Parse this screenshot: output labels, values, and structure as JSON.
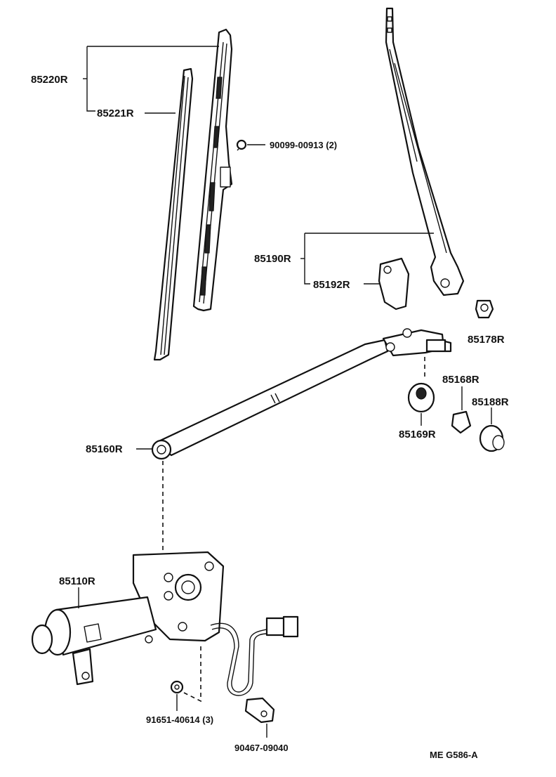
{
  "labels": {
    "blade_assy": "85220R",
    "blade_rubber": "85221R",
    "screw": "90099-00913 (2)",
    "arm_assy": "85190R",
    "arm_cover": "85192R",
    "nut_cap": "85178R",
    "grommet_a": "85168R",
    "bushing": "85188R",
    "grommet_b": "85169R",
    "link_rod": "85160R",
    "motor": "85110R",
    "bolt": "91651-40614 (3)",
    "clamp": "90467-09040",
    "ref_code": "ME  G586-A"
  }
}
